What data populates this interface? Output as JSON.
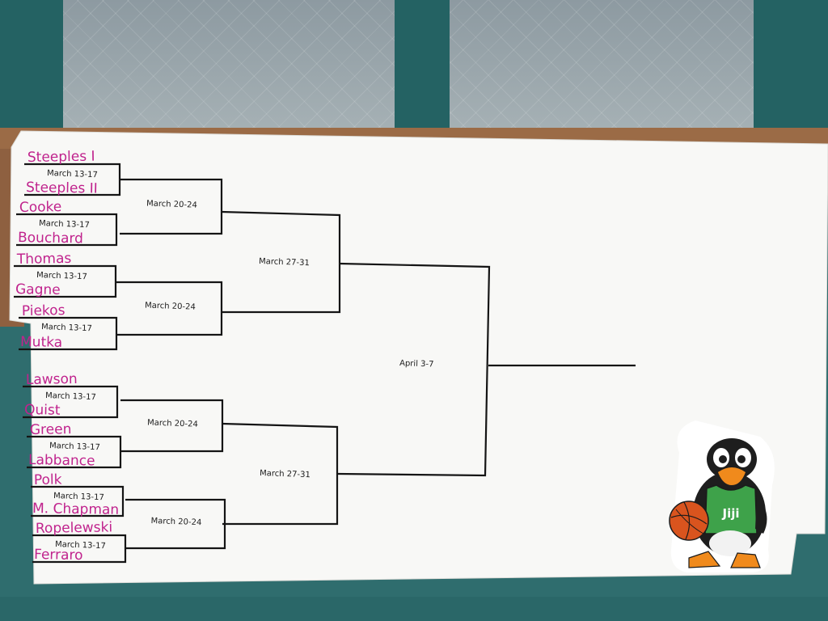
{
  "bracket": {
    "round1": [
      {
        "top": "Steeples I",
        "date": "March 13-17",
        "bottom": "Steeples II"
      },
      {
        "top": "Cooke",
        "date": "March 13-17",
        "bottom": "Bouchard"
      },
      {
        "top": "Thomas",
        "date": "March 13-17",
        "bottom": "Gagne"
      },
      {
        "top": "Piekos",
        "date": "March 13-17",
        "bottom": "Mutka"
      },
      {
        "top": "Lawson",
        "date": "March 13-17",
        "bottom": "Quist"
      },
      {
        "top": "Green",
        "date": "March 13-17",
        "bottom": "Labbance"
      },
      {
        "top": "Polk",
        "date": "March 13-17",
        "bottom": "M. Chapman"
      },
      {
        "top": "Ropelewski",
        "date": "March 13-17",
        "bottom": "Ferraro"
      }
    ],
    "round2": [
      "March 20-24",
      "March 20-24",
      "March 20-24",
      "March 20-24"
    ],
    "round3": [
      "March 27-31",
      "March 27-31"
    ],
    "final": "April 3-7"
  },
  "mascot": {
    "jersey_text": "Jiji",
    "jersey_color": "#3ea24a",
    "ball_color": "#d9541e"
  },
  "colors": {
    "marker_pink": "#c0238d",
    "paper": "#f8f8f6",
    "wall": "#2f6d6e"
  }
}
